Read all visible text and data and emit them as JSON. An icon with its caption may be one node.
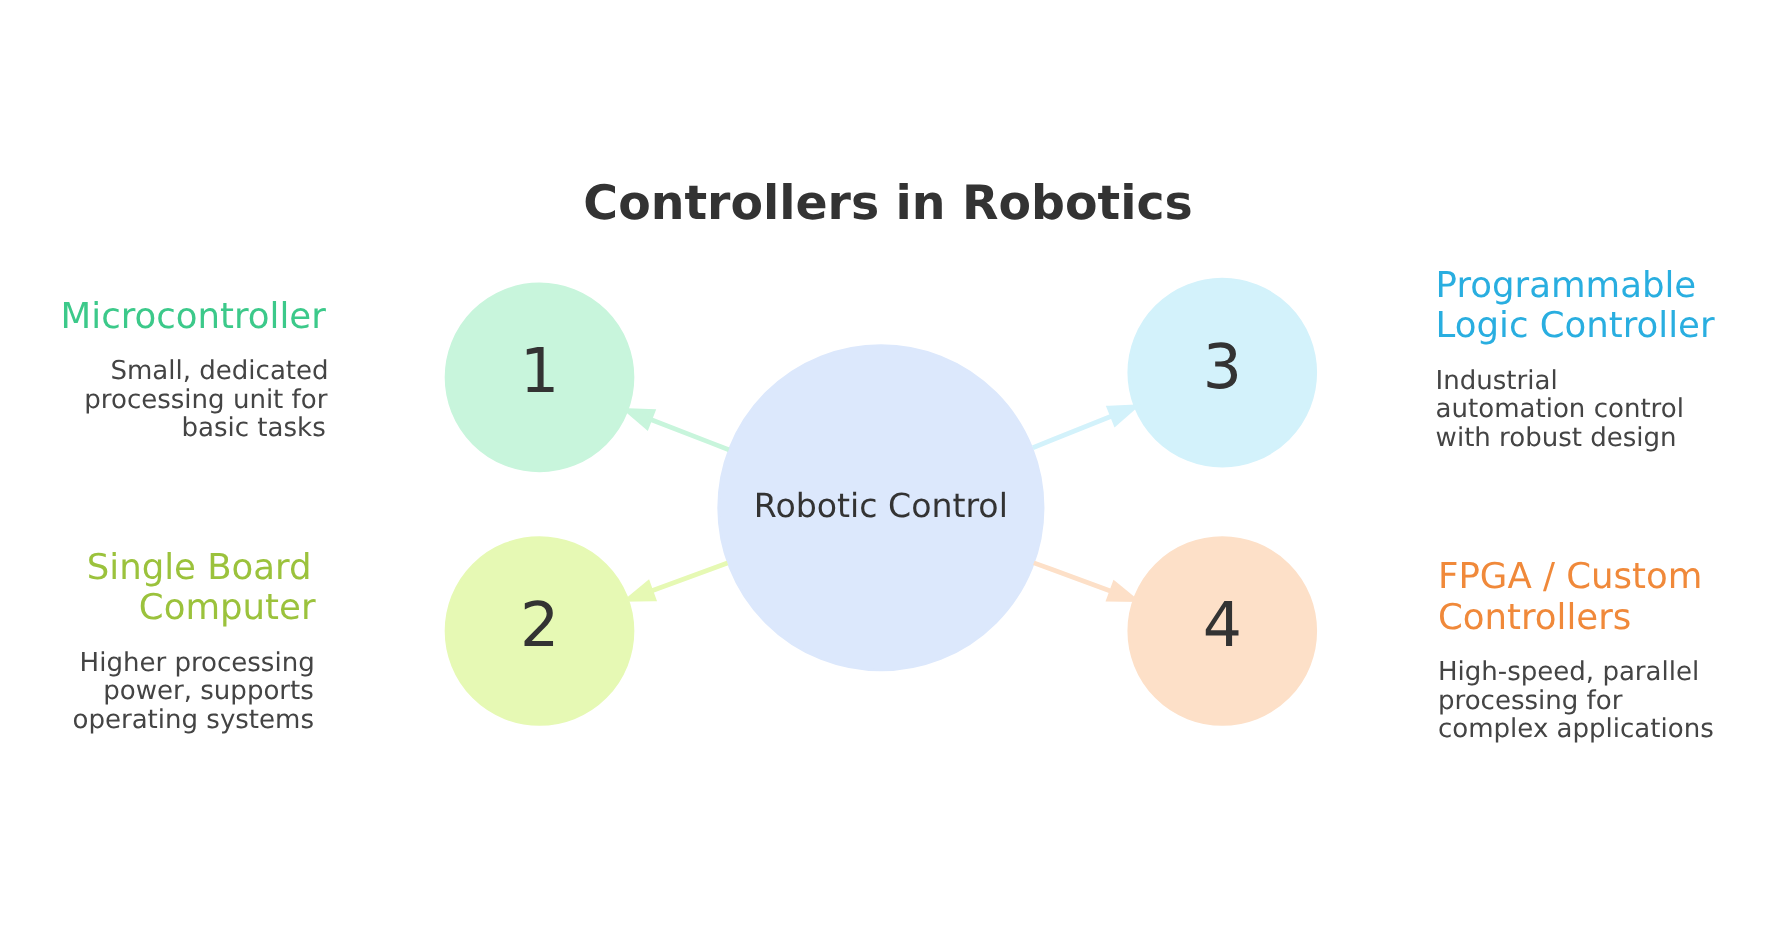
{
  "diagram": {
    "title": "Controllers in Robotics",
    "nodes": [
      {
        "text": [
          "Robotic Control"
        ]
      },
      {
        "text": [
          "1"
        ],
        "beside": [
          "Microcontroller",
          "Small, dedicated processing unit for basic tasks"
        ]
      },
      {
        "text": [
          "2"
        ],
        "beside": [
          "Single Board Computer",
          "Higher processing power, supports operating systems"
        ]
      },
      {
        "text": [
          "3"
        ],
        "beside": [
          "Programmable Logic Controller",
          "Industrial automation control with robust design"
        ]
      },
      {
        "text": [
          "4"
        ],
        "beside": [
          "FPGA / Custom Controllers",
          "High-speed, parallel processing for complex applications"
        ]
      }
    ],
    "edges": [
      {
        "from": 0,
        "to": 2,
        "arrow": "to",
        "color": "#e6f9b4"
      },
      {
        "from": 0,
        "to": 1,
        "arrow": "to",
        "color": "#c8f5dc"
      },
      {
        "from": 0,
        "to": 3,
        "arrow": "to",
        "color": "#d3f2fb"
      },
      {
        "from": 0,
        "to": 4,
        "arrow": "to",
        "color": "#fde0c8"
      }
    ]
  }
}
